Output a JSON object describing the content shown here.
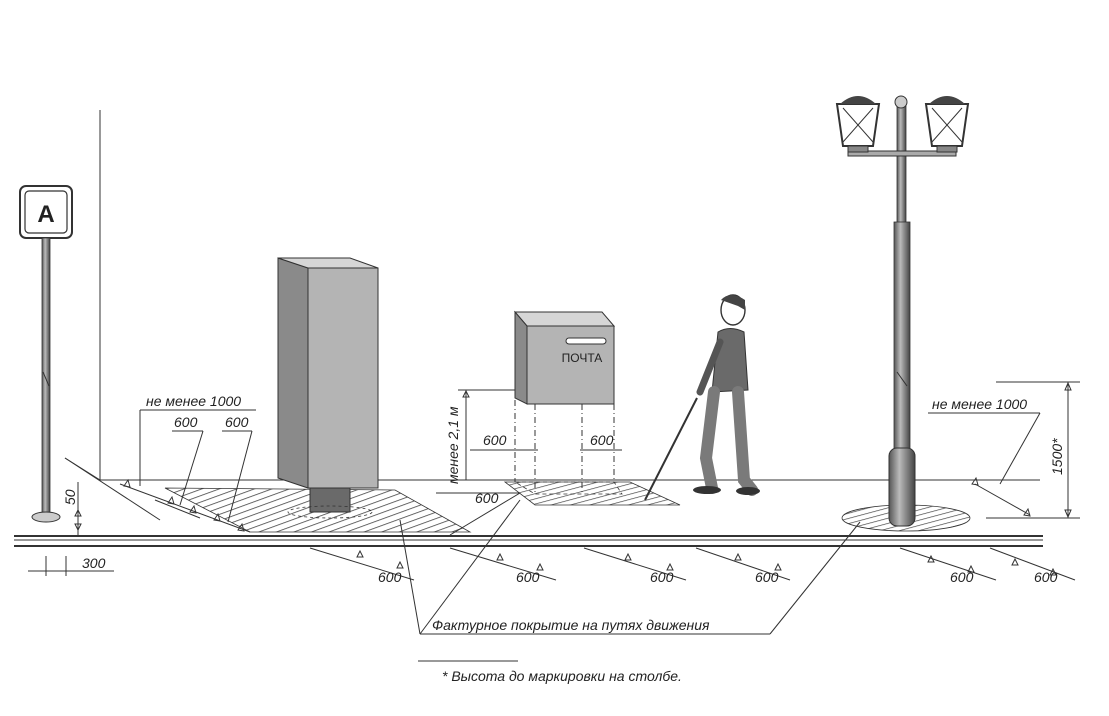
{
  "colors": {
    "ink": "#333333",
    "shade_dark": "#8a8a8a",
    "shade_mid": "#b4b4b4",
    "shade_light": "#d6d6d6",
    "paper": "#ffffff"
  },
  "icons": {
    "bus_stop_sign": "bus-stop-sign-icon",
    "lamp_post": "lamp-post-icon",
    "mailbox": "mailbox-icon",
    "pedestrian": "blind-pedestrian-icon"
  },
  "labels": {
    "sign_letter": "А",
    "mailbox": "ПОЧТА",
    "min_1000_left": "не менее 1000",
    "min_1000_right": "не менее 1000",
    "dim_600_a": "600",
    "dim_600_b": "600",
    "dim_2_1m": "менее 2,1 м",
    "dim_600_box_left": "600",
    "dim_600_box_right": "600",
    "dim_600_box_bottom": "600",
    "dim_50": "50",
    "dim_300": "300",
    "dim_1500": "1500*",
    "curb_600_1": "600",
    "curb_600_2": "600",
    "curb_600_3": "600",
    "curb_600_4": "600",
    "curb_600_5": "600",
    "curb_600_6": "600",
    "tactile_caption": "Фактурное покрытие на путях движения",
    "footnote": "* Высота до маркировки на столбе."
  }
}
